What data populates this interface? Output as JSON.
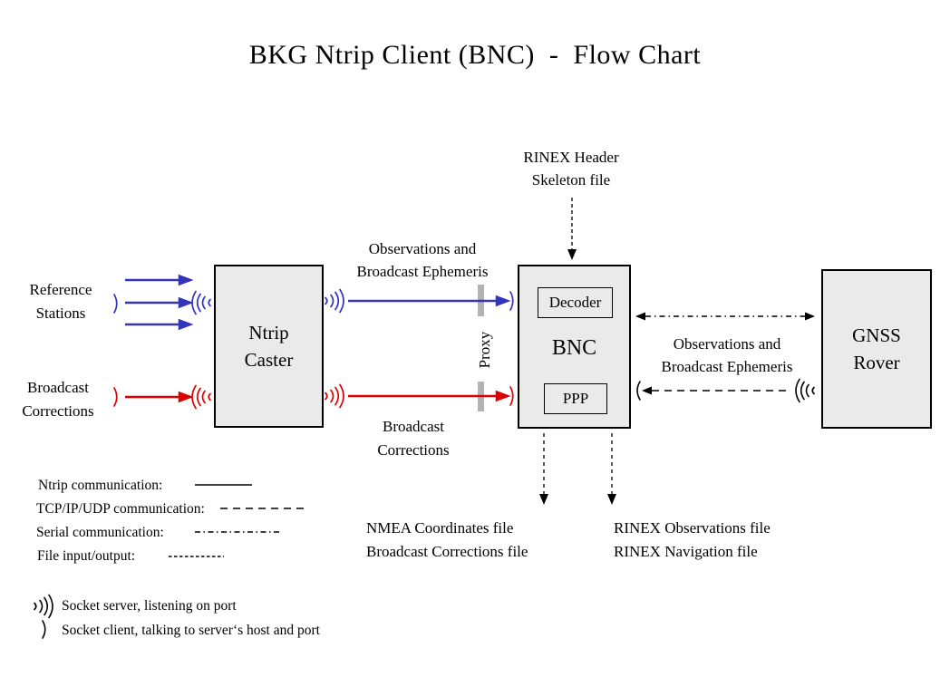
{
  "title": "BKG Ntrip Client (BNC)  -  Flow Chart",
  "nodes": {
    "ntrip_caster": "Ntrip\nCaster",
    "bnc": "BNC",
    "decoder": "Decoder",
    "ppp": "PPP",
    "gnss_rover": "GNSS\nRover"
  },
  "labels": {
    "reference_stations": "Reference\nStations",
    "broadcast_corrections_in": "Broadcast\nCorrections",
    "observations_ephemeris_top": "Observations and\nBroadcast Ephemeris",
    "broadcast_corrections_mid": "Broadcast\nCorrections",
    "proxy": "Proxy",
    "rinex_header_skeleton": "RINEX Header\nSkeleton file",
    "observations_ephemeris_right": "Observations and\nBroadcast Ephemeris",
    "nmea_output": "NMEA Coordinates file\nBroadcast Corrections file",
    "rinex_output": "RINEX Observations file\nRINEX Navigation file"
  },
  "legend": {
    "items": [
      {
        "label": "Ntrip communication:",
        "style": "solid"
      },
      {
        "label": "TCP/IP/UDP communication:",
        "style": "dashed"
      },
      {
        "label": "Serial communication:",
        "style": "dash-dot"
      },
      {
        "label": "File input/output:",
        "style": "dotted"
      }
    ]
  },
  "socket_legend": {
    "server": "Socket server, listening on port",
    "client": "Socket client, talking to server‘s host and port"
  },
  "colors": {
    "ntrip_blue": "#3333bb",
    "corrections_red": "#dd0000",
    "line_black": "#000000",
    "box_fill": "#eaeaea",
    "proxy_gray": "#b3b3b3"
  }
}
